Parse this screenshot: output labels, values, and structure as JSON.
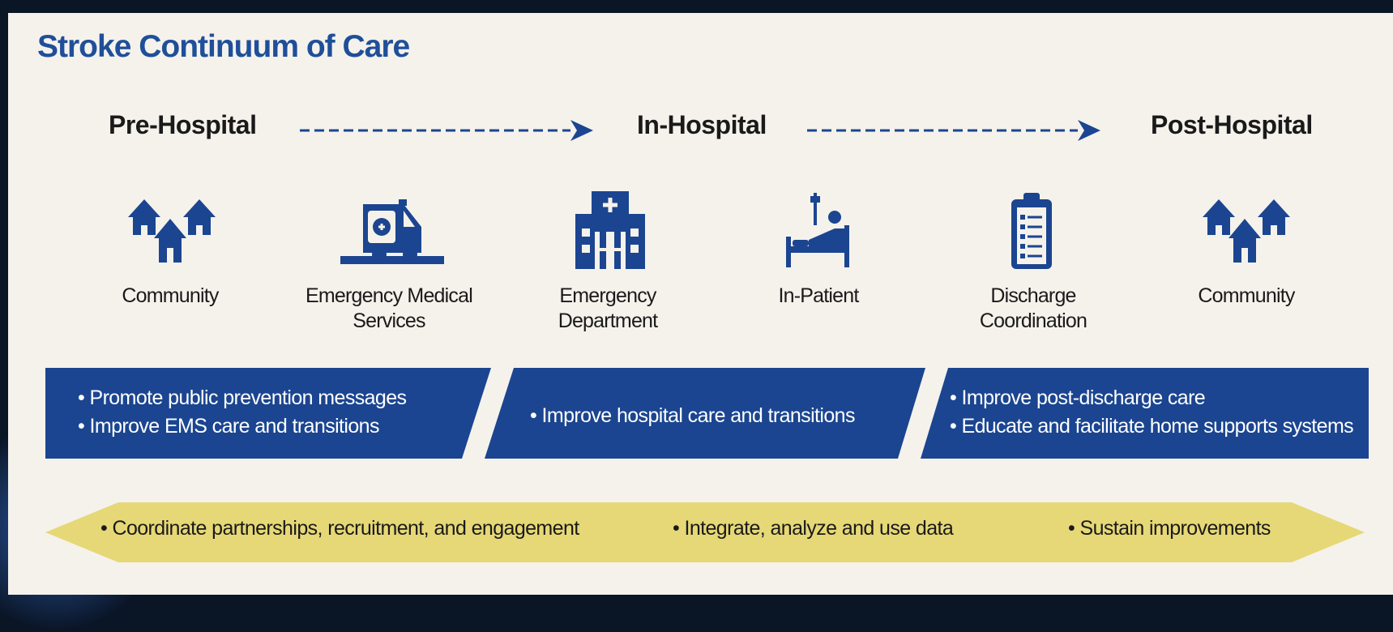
{
  "title": "Stroke Continuum of Care",
  "colors": {
    "primary_blue": "#1b4590",
    "yellow": "#e6d876",
    "panel": "#f5f2ec"
  },
  "phases": [
    "Pre-Hospital",
    "In-Hospital",
    "Post-Hospital"
  ],
  "nodes": [
    {
      "icon": "houses-icon",
      "label1": "Community",
      "label2": ""
    },
    {
      "icon": "ambulance-icon",
      "label1": "Emergency Medical",
      "label2": "Services"
    },
    {
      "icon": "hospital-icon",
      "label1": "Emergency",
      "label2": "Department"
    },
    {
      "icon": "hospital-bed-icon",
      "label1": "In-Patient",
      "label2": ""
    },
    {
      "icon": "clipboard-icon",
      "label1": "Discharge",
      "label2": "Coordination"
    },
    {
      "icon": "houses-icon",
      "label1": "Community",
      "label2": ""
    }
  ],
  "banners": [
    {
      "items": [
        "Promote public prevention messages",
        "Improve EMS care and transitions"
      ]
    },
    {
      "items": [
        "Improve hospital care and transitions"
      ]
    },
    {
      "items": [
        "Improve post-discharge care",
        "Educate and facilitate home supports systems"
      ]
    }
  ],
  "crosscutting": [
    "Coordinate partnerships, recruitment, and engagement",
    "Integrate, analyze and use data",
    "Sustain improvements"
  ]
}
